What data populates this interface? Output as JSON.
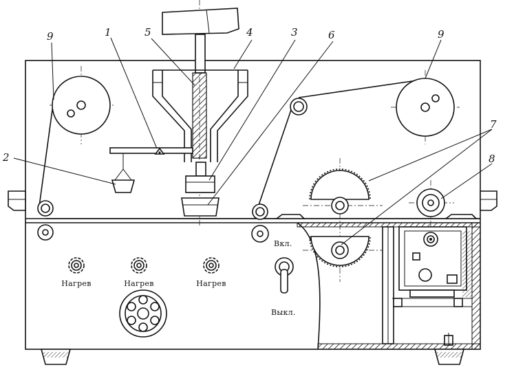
{
  "callouts": [
    {
      "id": "c1",
      "label": "1"
    },
    {
      "id": "c2",
      "label": "2"
    },
    {
      "id": "c3",
      "label": "3"
    },
    {
      "id": "c4",
      "label": "4"
    },
    {
      "id": "c5",
      "label": "5"
    },
    {
      "id": "c6",
      "label": "6"
    },
    {
      "id": "c7",
      "label": "7"
    },
    {
      "id": "c8",
      "label": "8"
    },
    {
      "id": "c9l",
      "label": "9"
    },
    {
      "id": "c9r",
      "label": "9"
    }
  ],
  "heaters": [
    {
      "label": "Нагрев"
    },
    {
      "label": "Нагрев"
    },
    {
      "label": "Нагрев"
    }
  ],
  "switch": {
    "on_label": "Вкл.",
    "off_label": "Выкл."
  }
}
